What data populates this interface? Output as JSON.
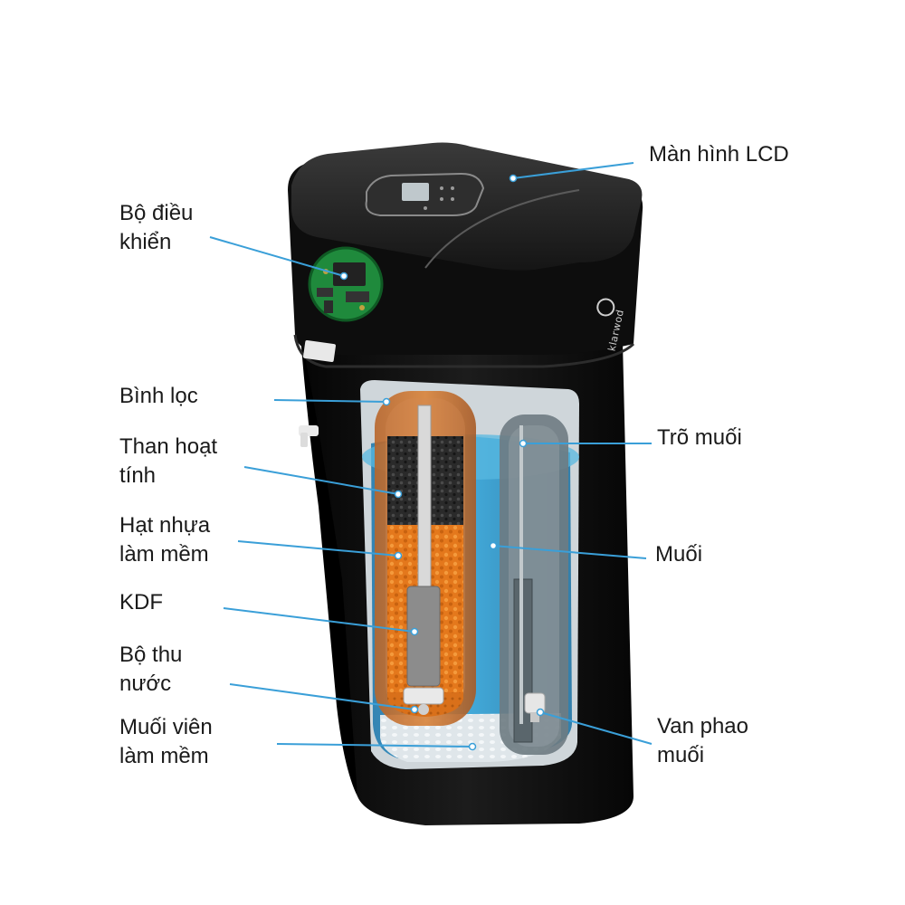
{
  "labels": {
    "lcd_screen": "Màn hình LCD",
    "controller_line1": "Bộ điều",
    "controller_line2": "khiển",
    "filter_tank": "Bình lọc",
    "activated_carbon_line1": "Than hoạt",
    "activated_carbon_line2": "tính",
    "softening_resin_line1": "Hạt nhựa",
    "softening_resin_line2": "làm mềm",
    "kdf": "KDF",
    "water_collector_line1": "Bộ thu",
    "water_collector_line2": "nước",
    "softening_salt_tablets_line1": "Muối viên",
    "softening_salt_tablets_line2": "làm mềm",
    "salt_tube": "Trõ muối",
    "salt": "Muối",
    "salt_float_valve_line1": "Van phao",
    "salt_float_valve_line2": "muối"
  },
  "brand": "klarwod",
  "colors": {
    "leader_line": "#3a9fd8",
    "body": "#111111",
    "resin": "#e07a1e",
    "brine": "#2b8fc2",
    "carbon": "#2a2a2a",
    "pcb": "#1f8a3c"
  }
}
